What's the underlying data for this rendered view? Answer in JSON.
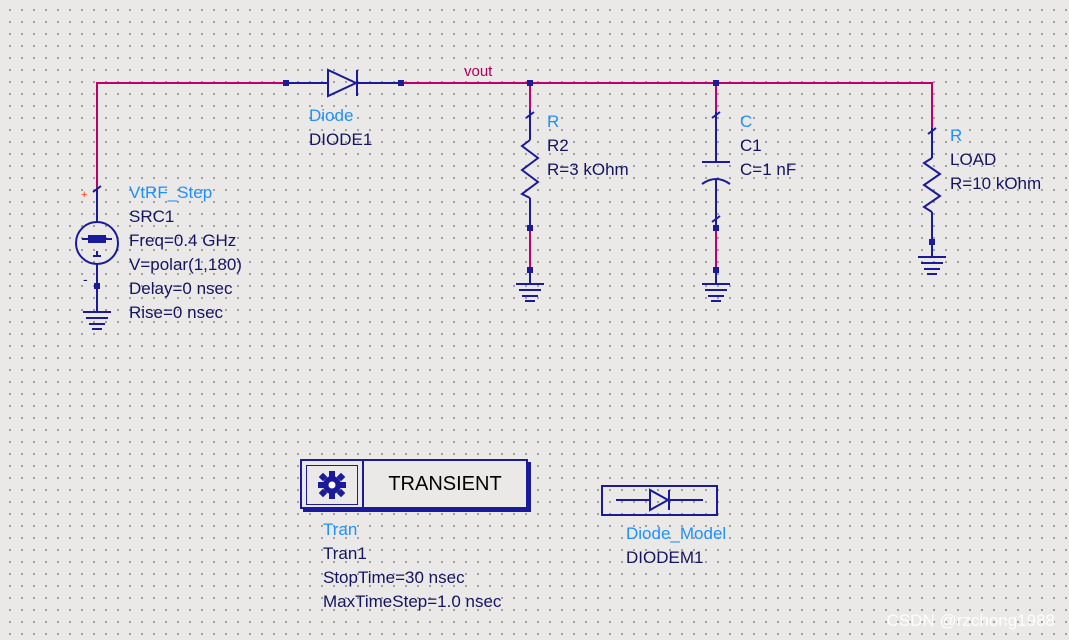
{
  "net_label": "vout",
  "diode": {
    "type": "Diode",
    "name": "DIODE1"
  },
  "source": {
    "type": "VtRF_Step",
    "name": "SRC1",
    "params": [
      "Freq=0.4 GHz",
      "V=polar(1,180)",
      "Delay=0 nsec",
      "Rise=0 nsec"
    ],
    "plus": "+",
    "minus": "-"
  },
  "r2": {
    "type": "R",
    "name": "R2",
    "value": "R=3 kOhm"
  },
  "c1": {
    "type": "C",
    "name": "C1",
    "value": "C=1 nF"
  },
  "load": {
    "type": "R",
    "name": "LOAD",
    "value": "R=10 kOhm"
  },
  "tran": {
    "title": "TRANSIENT",
    "type": "Tran",
    "name": "Tran1",
    "params": [
      "StopTime=30 nsec",
      "MaxTimeStep=1.0 nsec"
    ]
  },
  "diode_model": {
    "type": "Diode_Model",
    "name": "DIODEM1"
  },
  "watermark": "CSDN @rzchong1988",
  "colors": {
    "wire": "#c0006a",
    "component": "#1a1a9a",
    "type_text": "#1e90ff",
    "value_text": "#141460"
  }
}
